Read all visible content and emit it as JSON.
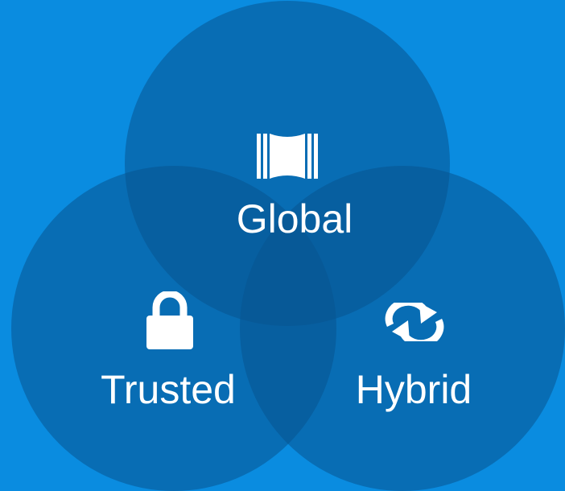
{
  "diagram": {
    "type": "venn",
    "background_color": "#0a8ce0",
    "circle_color": "#08538f",
    "circles": [
      {
        "label": "Global",
        "icon": "gateway-icon"
      },
      {
        "label": "Trusted",
        "icon": "lock-icon"
      },
      {
        "label": "Hybrid",
        "icon": "sync-arrows-icon"
      }
    ]
  }
}
